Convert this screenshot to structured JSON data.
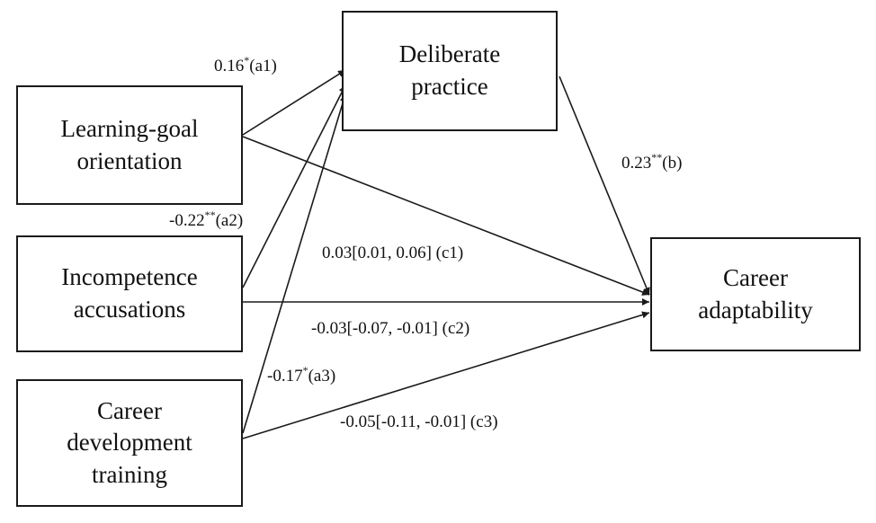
{
  "nodes": {
    "learning_goal": {
      "label": "Learning-goal\norientation"
    },
    "incompetence": {
      "label": "Incompetence\naccusations"
    },
    "career_dev": {
      "label": "Career\ndevelopment\ntraining"
    },
    "deliberate": {
      "label": "Deliberate\npractice"
    },
    "adaptability": {
      "label": "Career\nadaptability"
    }
  },
  "paths": {
    "a1": {
      "coef": "0.16",
      "stars": "*",
      "tag": "(a1)"
    },
    "a2": {
      "coef": "-0.22",
      "stars": "**",
      "tag": "(a2)"
    },
    "a3": {
      "coef": "-0.17",
      "stars": "*",
      "tag": "(a3)"
    },
    "b": {
      "coef": "0.23",
      "stars": "**",
      "tag": "(b)"
    },
    "c1": {
      "text": "0.03[0.01, 0.06] (c1)"
    },
    "c2": {
      "text": "-0.03[-0.07, -0.01] (c2)"
    },
    "c3": {
      "text": "-0.05[-0.11, -0.01] (c3)"
    }
  }
}
